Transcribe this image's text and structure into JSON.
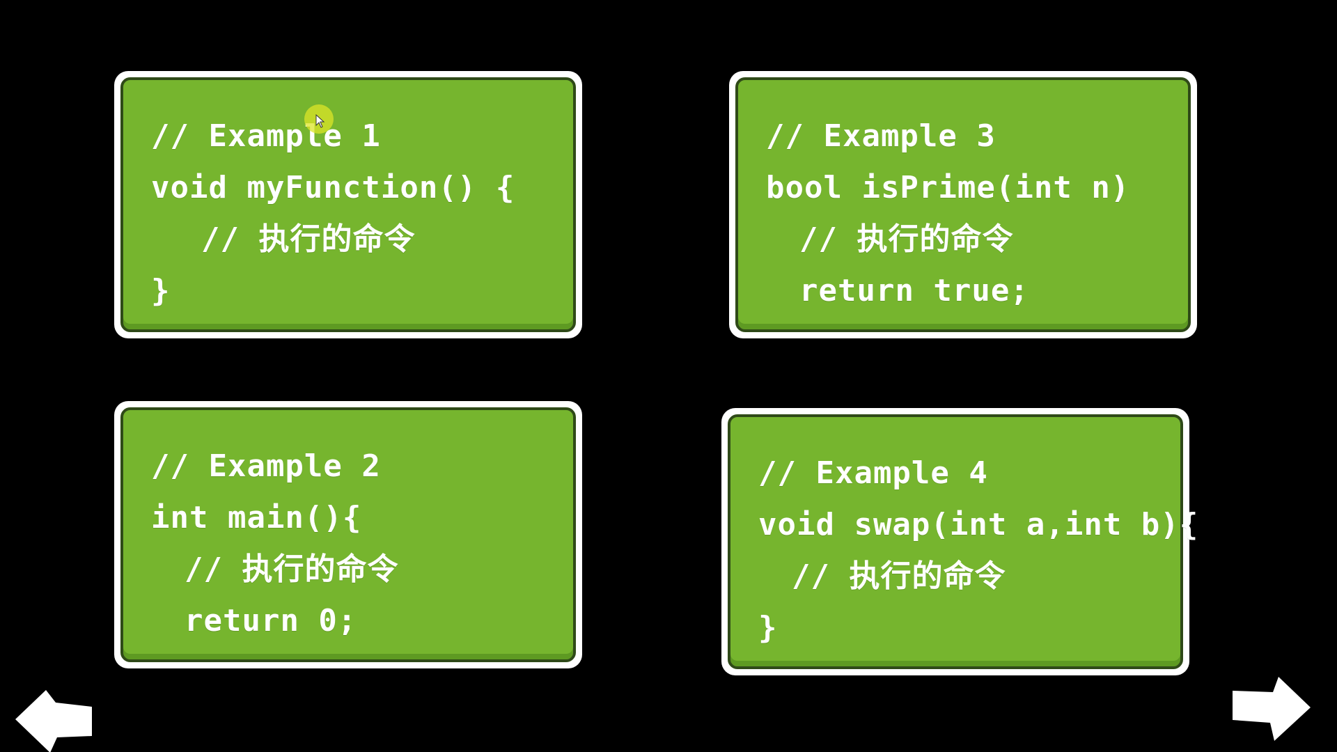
{
  "cards": [
    {
      "id": "example-1",
      "lines": [
        "// Example 1",
        "void myFunction() {",
        "// 执行的命令",
        "}"
      ]
    },
    {
      "id": "example-2",
      "lines": [
        "// Example 2",
        "int main(){",
        "// 执行的命令",
        "return 0;"
      ]
    },
    {
      "id": "example-3",
      "lines": [
        "// Example 3",
        "bool isPrime(int n)",
        "// 执行的命令",
        "return true;"
      ]
    },
    {
      "id": "example-4",
      "lines": [
        "// Example 4",
        "void swap(int a,int b){",
        "// 执行的命令",
        "}"
      ]
    }
  ],
  "navigation": {
    "prev_icon": "arrow-left-icon",
    "next_icon": "arrow-right-icon"
  },
  "colors": {
    "background": "#000000",
    "card_green": "#76b52e",
    "card_border": "#ffffff",
    "text": "#ffffff",
    "cursor_highlight": "#dce628"
  }
}
